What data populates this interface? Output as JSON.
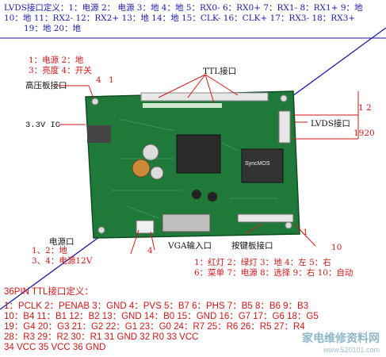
{
  "lvds_definition": {
    "line1": "LVDS接口定义：1：电源 2： 电源 3：地 4：地 5：RX0- 6：RX0+ 7：RX1- 8：RX1+ 9：地",
    "line2": "10：地 11：RX2- 12：RX2+ 13：地 14：地 15：CLK- 16：CLK+ 17：RX3- 18：RX3+",
    "line3": "19：地 20：地"
  },
  "hv_connector": {
    "line1": "1：电源 2：地",
    "line2": "3：亮度 4：开关",
    "pin4": "4",
    "pin1": "1",
    "label": "高压板接口"
  },
  "ttl_label": "TTL接口",
  "ic_label": "3.3V IC",
  "lvds_connector": {
    "pin_labels": "1 2",
    "label": "LVDS接口",
    "pin_end": "1920"
  },
  "power_connector": {
    "label": "电源口",
    "line1": "1、2：地",
    "line2": "3、4：电源12V",
    "pin4": "4"
  },
  "vga_label": "VGA输入口",
  "keypad": {
    "label": "按键板接口",
    "pin1": "1",
    "pin10": "10",
    "line1": "1：红灯 2：绿灯 3：地 4：左 5：右",
    "line2": "6：菜单 7：电源 8：选择 9：右 10：自动"
  },
  "ttl36": {
    "header": "36PIN TTL接口定义：",
    "rows": [
      "1：PCLK  2：PENAB  3：GND  4：PVS  5：B7  6：PHS  7：B5  8：B6  9：B3",
      "10：B4  11：B1  12：B2  13：GND  14：B0  15：GND  16：G7  17：G6  18：G5",
      "19：G4  20：G3  21：G2  22：G1 23：G0  24：R7  25：R6  26：R5  27：R4",
      "28：R3  29：R2  30：R1  31  GND  32  R0  33  VCC",
      "34  VCC  35  VCC  36  GND"
    ]
  },
  "pcb_markings": {
    "chip_brand": "SyncMOS"
  },
  "watermark": {
    "title": "家电维修资料网",
    "url": "www.520101.com"
  },
  "colors": {
    "annotation_red": "#d11616",
    "annotation_blue": "#1a1aa8",
    "pcb_green": "#1f7a3a"
  }
}
